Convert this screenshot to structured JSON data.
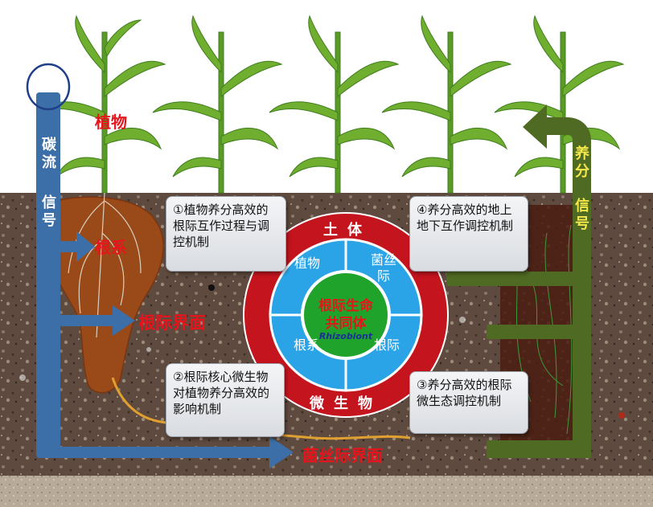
{
  "labels": {
    "plant": "植物",
    "root_system": "根系",
    "root_interface": "根际界面",
    "mycelium_interface": "菌丝际界面"
  },
  "left_arrow": {
    "line1": "碳流",
    "line2": "信号"
  },
  "right_arrow": {
    "line1": "养分",
    "line2": "信号"
  },
  "boxes": {
    "b1": "①植物养分高效的根际互作过程与调控机制",
    "b2": "②根际核心微生物对植物养分高效的影响机制",
    "b3": "③养分高效的根际微生态调控机制",
    "b4": "④养分高效的地上地下互作调控机制"
  },
  "wheel": {
    "outer_top": "土体",
    "outer_bottom": "微生物",
    "segments": [
      "植物",
      "菌丝际",
      "根际",
      "根系"
    ],
    "center_line1": "根际生命",
    "center_line2": "共同体",
    "center_sub": "Rhizobiont"
  },
  "colors": {
    "red_text": "#e8141c",
    "ring_red": "#c4141e",
    "segment_blue": "#2aa4e6",
    "center_green": "#1fa32a",
    "carbon_arrow": "#3c6fa8",
    "nutrient_arrow": "#4f6a22",
    "soil": "#5e4a3e",
    "sky": "#ffffff"
  }
}
